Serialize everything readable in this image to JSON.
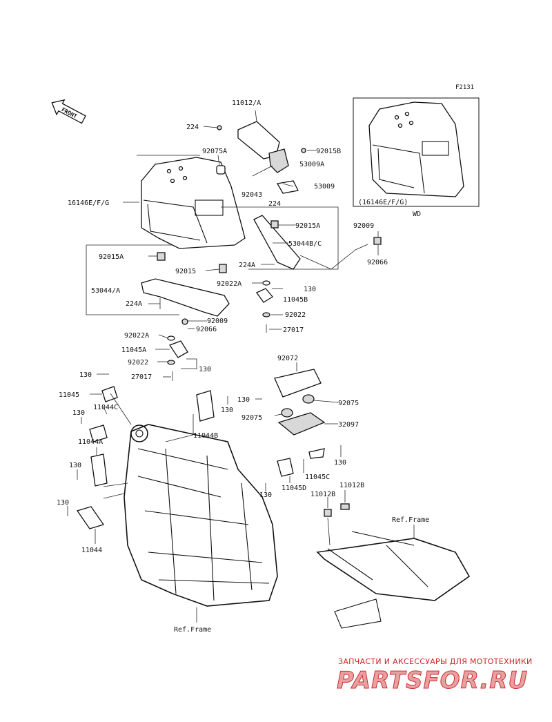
{
  "figure_code": "F2131",
  "front_arrow": "FRONT",
  "inset_caption": "(16146E/F/G)",
  "inset_variant": "WD",
  "ref_frame_label": "Ref.Frame",
  "watermark": {
    "line1": "ЗАПЧАСТИ И АКСЕССУАРЫ ДЛЯ МОТОТЕХНИКИ",
    "logo": "PARTSFOR.RU"
  },
  "colors": {
    "watermark_red": "#d02020",
    "logo_fill": "#e8a0a0",
    "line": "#111111"
  },
  "callouts": {
    "p11012A": "11012/A",
    "p224_top": "224",
    "p92015B": "92015B",
    "p92075A": "92075A",
    "p53009A": "53009A",
    "p92043": "92043",
    "p53009": "53009",
    "p224_mid": "224",
    "p16146": "16146E/F/G",
    "p92015A_r": "92015A",
    "p92009_r": "92009",
    "p53044BC": "53044B/C",
    "p92066_r": "92066",
    "p92015A_l": "92015A",
    "p224A_r": "224A",
    "p92015": "92015",
    "p92022A_r": "92022A",
    "p130_r": "130",
    "p11045B": "11045B",
    "p53044A": "53044/A",
    "p224A_l": "224A",
    "p92022_r": "92022",
    "p27017_r": "27017",
    "p92009_l": "92009",
    "p92066_l": "92066",
    "p92022A_l": "92022A",
    "p11045A": "11045A",
    "p92022_l": "92022",
    "p130_a": "130",
    "p27017_l": "27017",
    "p130_b": "130",
    "p11045": "11045",
    "p11044C": "11044C",
    "p130_c": "130",
    "p11044A": "11044A",
    "p130_d": "130",
    "p130_e": "130",
    "p11044": "11044",
    "p92072": "92072",
    "p130_f": "130",
    "p130_g": "130",
    "p92075_r": "92075",
    "p11044B": "11044B",
    "p92075_l": "92075",
    "p32097": "32097",
    "p130_h": "130",
    "p11045C": "11045C",
    "p130_i": "130",
    "p11045D": "11045D",
    "p11012B_r": "11012B",
    "p11012B_l": "11012B"
  }
}
